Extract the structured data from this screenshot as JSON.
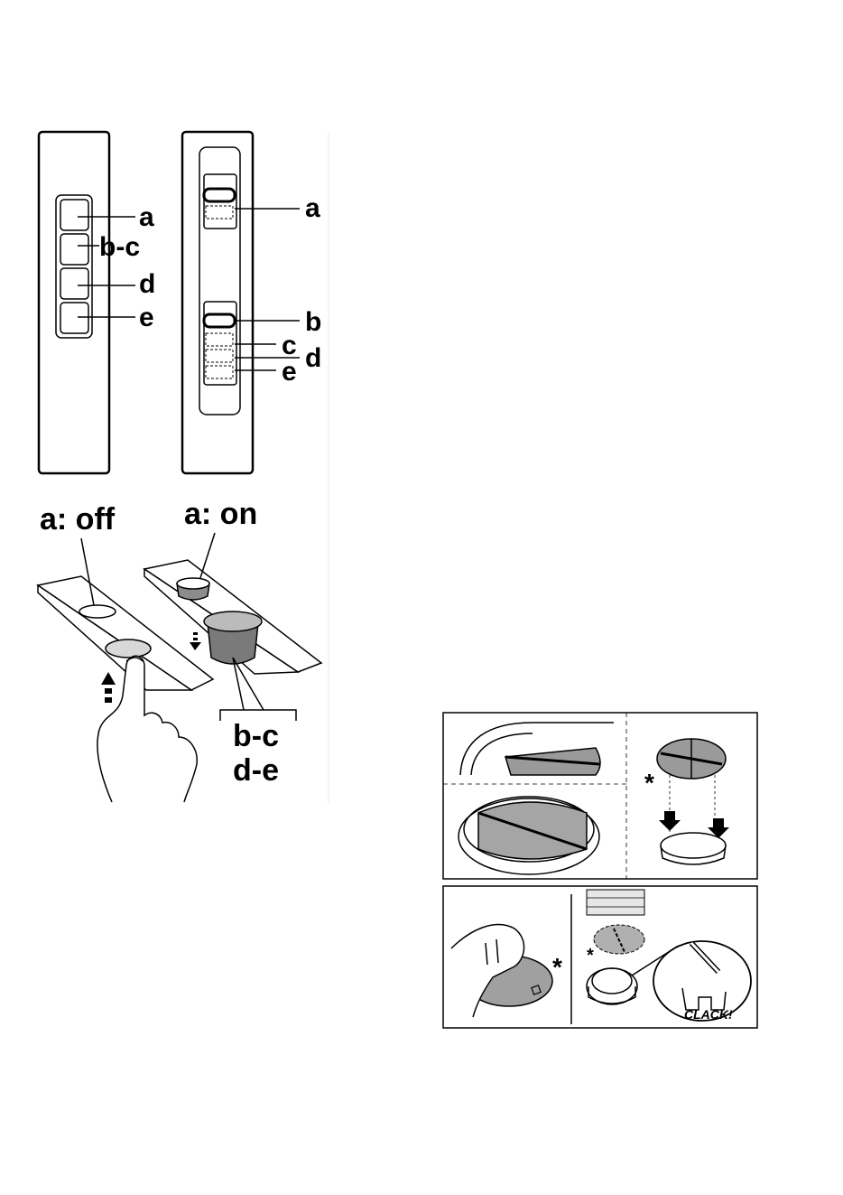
{
  "figure1": {
    "panel_left_labels": [
      "a",
      "b-c",
      "d",
      "e"
    ],
    "panel_right_labels": [
      "a",
      "b",
      "c",
      "d",
      "e"
    ]
  },
  "figure2": {
    "label_off": "a: off",
    "label_on": "a: on",
    "label_bc": "b-c",
    "label_de": "d-e"
  },
  "figure3": {
    "asterisk": "*",
    "clack": "CLACK!"
  },
  "colors": {
    "filter_gray": "#9a9a9a",
    "cup_gray": "#7a7a7a"
  }
}
